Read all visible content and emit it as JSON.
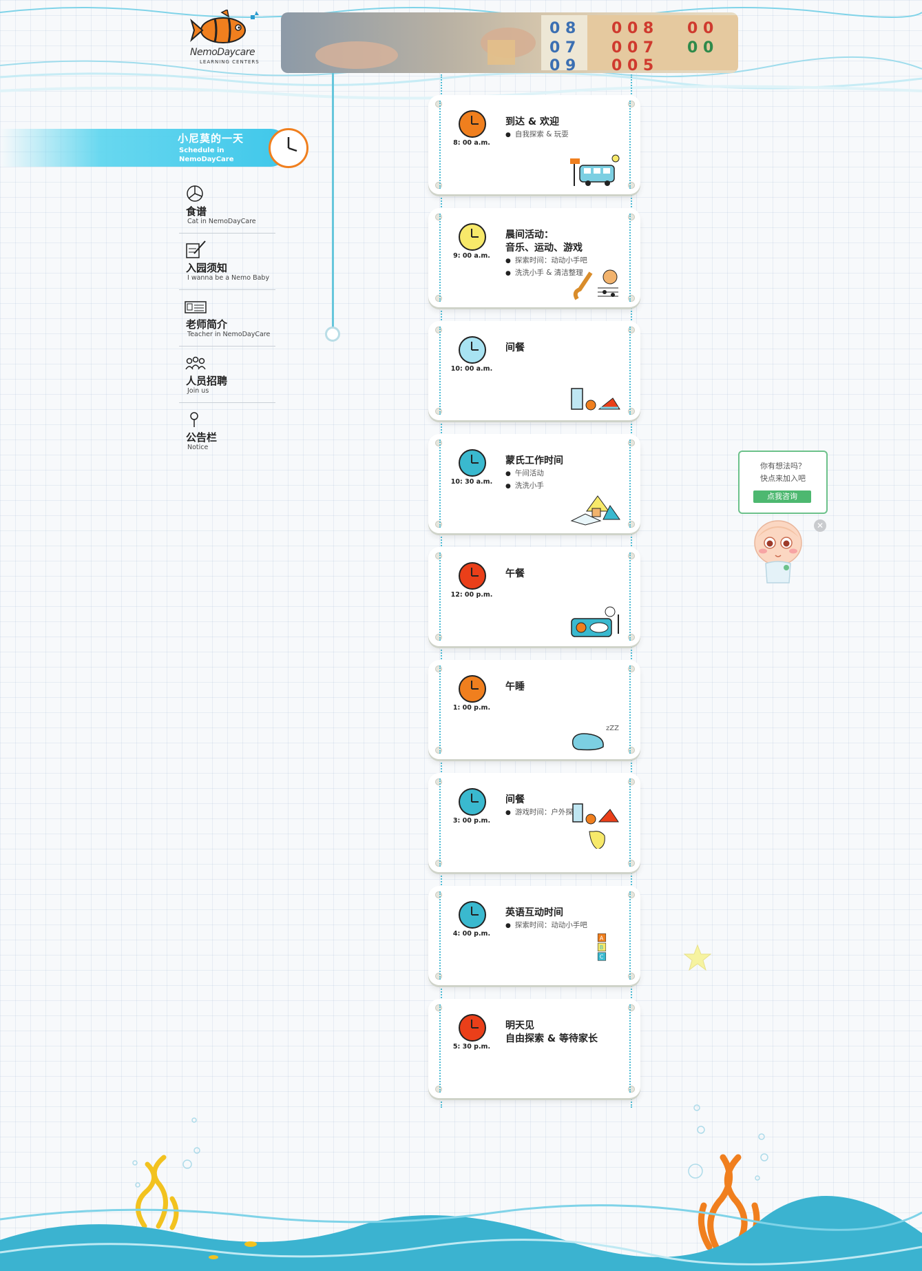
{
  "logo": {
    "name": "NemoDaycare",
    "sub": "LEARNING CENTERS"
  },
  "ribbon": {
    "title": "小尼莫的一天",
    "subtitle": "Schedule in NemoDayCare"
  },
  "nav": [
    {
      "label": "食谱",
      "sub": "Cat in NemoDayCare"
    },
    {
      "label": "入园须知",
      "sub": "I wanna be a Nemo Baby"
    },
    {
      "label": "老师简介",
      "sub": "Teacher in NemoDayCare"
    },
    {
      "label": "人员招聘",
      "sub": "Join us"
    },
    {
      "label": "公告栏",
      "sub": "Notice"
    }
  ],
  "schedule": [
    {
      "time": "8: 00 a.m.",
      "title": "到达 & 欢迎",
      "bullets": [
        "自我探索 & 玩耍"
      ],
      "clock_color": "#f07f1e"
    },
    {
      "time": "9: 00 a.m.",
      "title": "晨间活动：\n音乐、运动、游戏",
      "bullets": [
        "探索时间：动动小手吧",
        "洗洗小手 & 清洁整理"
      ],
      "clock_color": "#f7e96a"
    },
    {
      "time": "10: 00 a.m.",
      "title": "间餐",
      "bullets": [],
      "clock_color": "#a8e3f2"
    },
    {
      "time": "10: 30 a.m.",
      "title": "蒙氏工作时间",
      "bullets": [
        "午间活动",
        "洗洗小手"
      ],
      "clock_color": "#3ab9cf"
    },
    {
      "time": "12: 00 p.m.",
      "title": "午餐",
      "bullets": [],
      "clock_color": "#ea3f19"
    },
    {
      "time": "1: 00 p.m.",
      "title": "午睡",
      "bullets": [],
      "clock_color": "#f07f1e"
    },
    {
      "time": "3: 00 p.m.",
      "title": "间餐",
      "bullets": [
        "游戏时间：户外探索"
      ],
      "clock_color": "#3ab9cf"
    },
    {
      "time": "4: 00 p.m.",
      "title": "英语互动时间",
      "bullets": [
        "探索时间：动动小手吧"
      ],
      "clock_color": "#3ab9cf"
    },
    {
      "time": "5: 30 p.m.",
      "title": "明天见\n自由探索 & 等待家长",
      "bullets": [],
      "clock_color": "#ea3f19"
    }
  ],
  "consult": {
    "line1": "你有想法吗？",
    "line2": "快点来加入吧",
    "button": "点我咨询"
  },
  "colors": {
    "accent": "#3fc7ea",
    "orange": "#f07f1e",
    "green": "#4db870"
  }
}
